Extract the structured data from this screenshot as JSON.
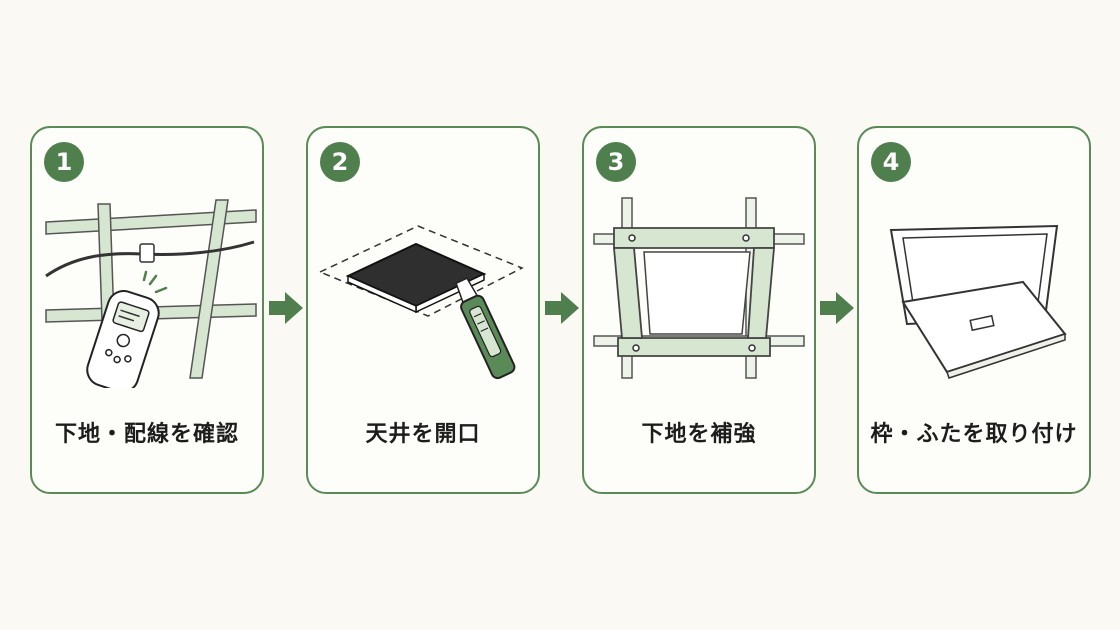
{
  "steps": [
    {
      "number": "1",
      "label": "下地・配線を確認",
      "icon": "stud-finder-icon"
    },
    {
      "number": "2",
      "label": "天井を開口",
      "icon": "utility-knife-icon"
    },
    {
      "number": "3",
      "label": "下地を補強",
      "icon": "reinforcement-frame-icon"
    },
    {
      "number": "4",
      "label": "枠・ふたを取り付け",
      "icon": "access-hatch-icon"
    }
  ],
  "colors": {
    "accent": "#4f7f4d",
    "light_green": "#d6e6d1",
    "border": "#5a8a58",
    "background": "#faf9f3"
  }
}
